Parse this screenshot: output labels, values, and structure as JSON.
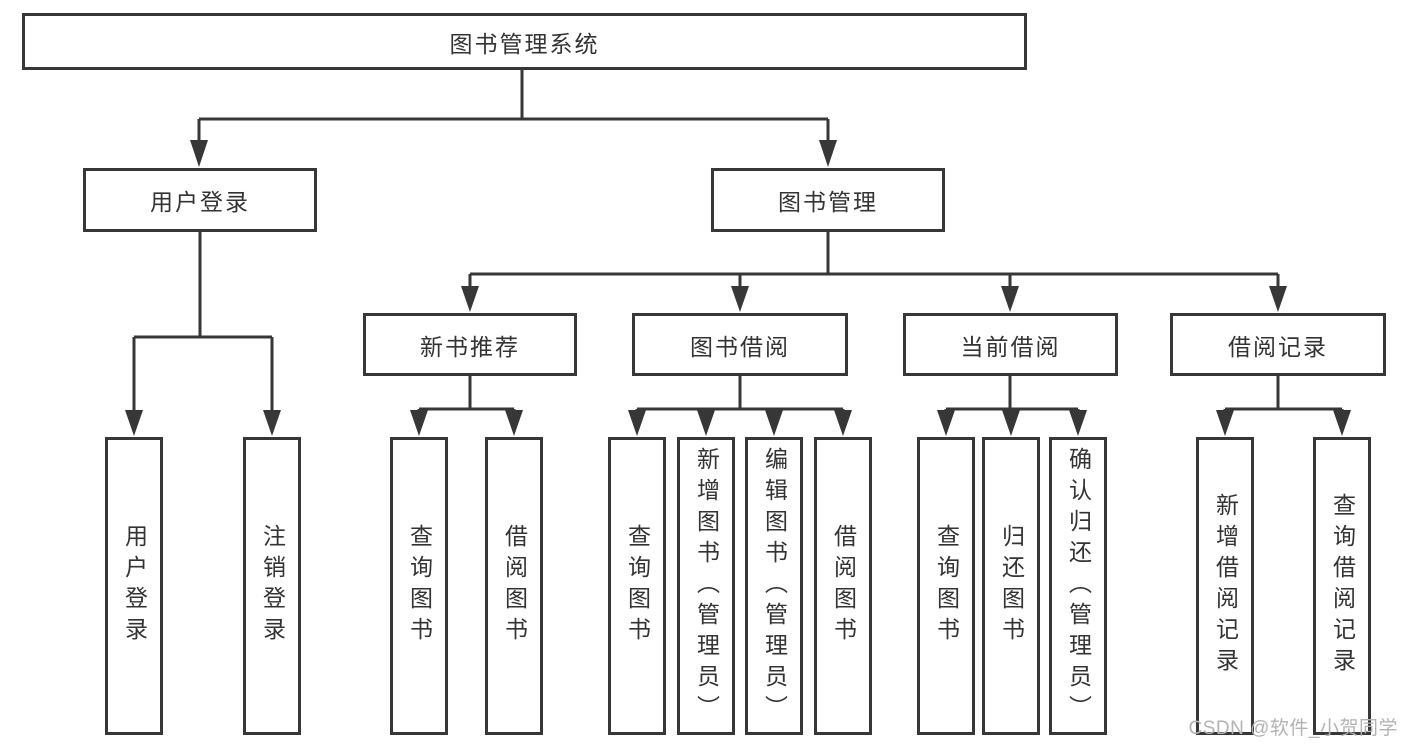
{
  "type": "hierarchy-tree",
  "colors": {
    "line": "#373737",
    "text": "#333333",
    "box_background": "#ffffff",
    "page_background": "#ffffff",
    "watermark": "#b3b3b3"
  },
  "watermark": {
    "text": "CSDN @软件_小贺同学"
  },
  "tree": {
    "label": "图书管理系统",
    "children": [
      {
        "label": "用户登录",
        "children": [
          {
            "label": "用户登录"
          },
          {
            "label": "注销登录"
          }
        ]
      },
      {
        "label": "图书管理",
        "children": [
          {
            "label": "新书推荐",
            "children": [
              {
                "label": "查询图书"
              },
              {
                "label": "借阅图书"
              }
            ]
          },
          {
            "label": "图书借阅",
            "children": [
              {
                "label": "查询图书"
              },
              {
                "label": "新增图书（管理员）"
              },
              {
                "label": "编辑图书（管理员）"
              },
              {
                "label": "借阅图书"
              }
            ]
          },
          {
            "label": "当前借阅",
            "children": [
              {
                "label": "查询图书"
              },
              {
                "label": "归还图书"
              },
              {
                "label": "确认归还（管理员）"
              }
            ]
          },
          {
            "label": "借阅记录",
            "children": [
              {
                "label": "新增借阅记录"
              },
              {
                "label": "查询借阅记录"
              }
            ]
          }
        ]
      }
    ]
  }
}
